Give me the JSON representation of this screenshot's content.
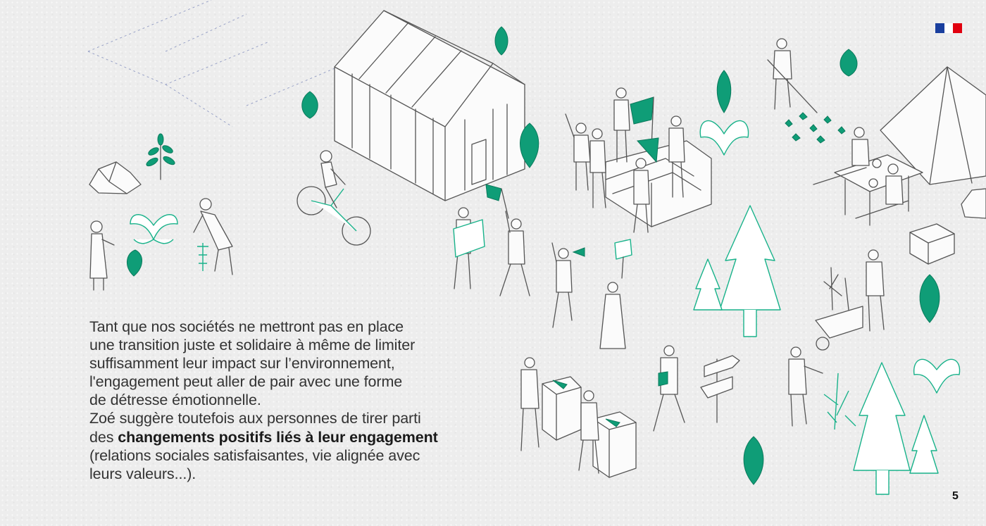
{
  "page": {
    "paragraph_lines": [
      "Tant que nos sociétés ne mettront pas en place",
      "une transition juste et solidaire à même de limiter",
      "suffisamment leur impact sur l’environnement,",
      "l'engagement peut aller de pair avec une forme",
      "de détresse émotionnelle.",
      "Zoé suggère toutefois aux personnes de tirer parti"
    ],
    "line7_prefix": "des ",
    "line7_bold": "changements positifs liés à leur engagement",
    "closing_lines": [
      "(relations sociales satisfaisantes, vie alignée avec",
      "leurs valeurs...)."
    ],
    "page_number": "5"
  },
  "colors": {
    "accent_green": "#0f9d77",
    "outline_green": "#18b28a",
    "text": "#333333",
    "flag_blue": "#1a3f9e",
    "flag_red": "#e1000f"
  },
  "icons": [
    "french-republic-flag-icon"
  ]
}
